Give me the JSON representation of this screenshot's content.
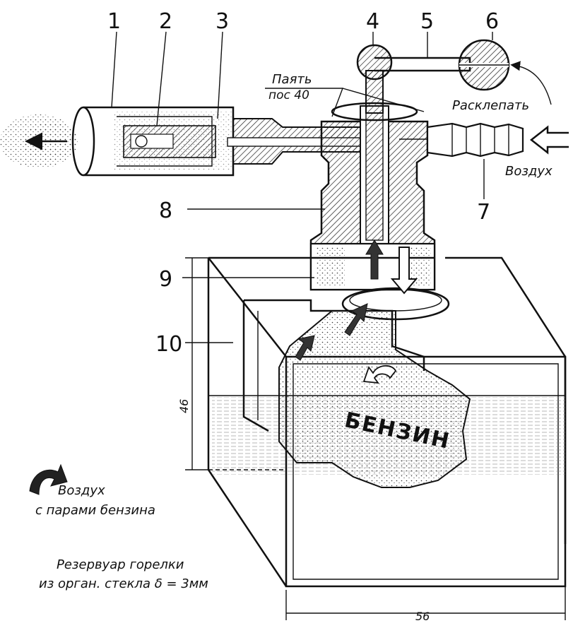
{
  "callouts": [
    "1",
    "2",
    "3",
    "4",
    "5",
    "6",
    "7",
    "8",
    "9",
    "10"
  ],
  "labels": {
    "solder_line1": "Паять",
    "solder_line2": "пос 40",
    "rivet": "Расклепать",
    "air_inlet": "Воздух",
    "fuel": "БЕНЗИН"
  },
  "legend": {
    "line1": "Воздух",
    "line2": "с парами бензина"
  },
  "note": {
    "line1": "Резервуар горелки",
    "line2": "из орган. стекла δ = 3мм"
  },
  "dimensions": {
    "height": "46",
    "width": "56"
  },
  "colors": {
    "ink": "#111111",
    "paper": "#ffffff",
    "hatch": "#222222"
  },
  "icons": [
    "airflow-arrow-icon",
    "flame-spray-icon",
    "rivet-arrow-icon"
  ]
}
